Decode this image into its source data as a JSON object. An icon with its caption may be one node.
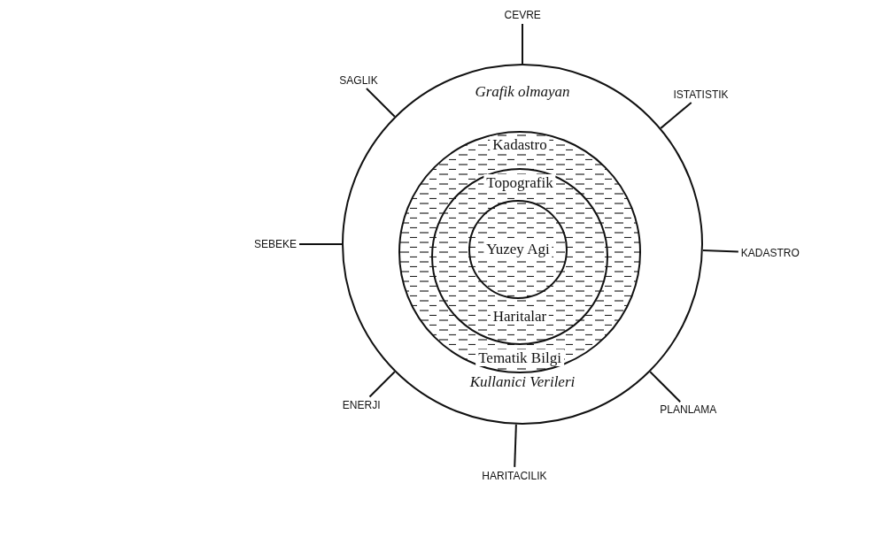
{
  "diagram": {
    "nodes": [
      {
        "text": [
          "Grafik olmayan",
          "Kullanici Verileri"
        ]
      },
      {
        "text": [
          "Kadastro",
          "Tematik Bilgi"
        ],
        "in": 0
      },
      {
        "text": [
          "Topografik",
          "Haritalar"
        ],
        "in": 1
      },
      {
        "text": [
          "Yuzey Agi"
        ],
        "in": 2
      },
      {
        "text": [
          "CEVRE"
        ]
      },
      {
        "text": [
          "ISTATISTIK"
        ]
      },
      {
        "text": [
          "KADASTRO"
        ]
      },
      {
        "text": [
          "PLANLAMA"
        ]
      },
      {
        "text": [
          "HARITACILIK"
        ]
      },
      {
        "text": [
          "ENERJI"
        ]
      },
      {
        "text": [
          "SEBEKE"
        ]
      },
      {
        "text": [
          "SAGLIK"
        ]
      }
    ],
    "edges": [
      {
        "from": 4,
        "to": 0,
        "arrow": "none"
      },
      {
        "from": 5,
        "to": 0,
        "arrow": "none"
      },
      {
        "from": 6,
        "to": 0,
        "arrow": "none"
      },
      {
        "from": 7,
        "to": 0,
        "arrow": "none"
      },
      {
        "from": 8,
        "to": 0,
        "arrow": "none"
      },
      {
        "from": 9,
        "to": 0,
        "arrow": "none"
      },
      {
        "from": 10,
        "to": 0,
        "arrow": "none"
      },
      {
        "from": 11,
        "to": 0,
        "arrow": "none"
      }
    ]
  }
}
